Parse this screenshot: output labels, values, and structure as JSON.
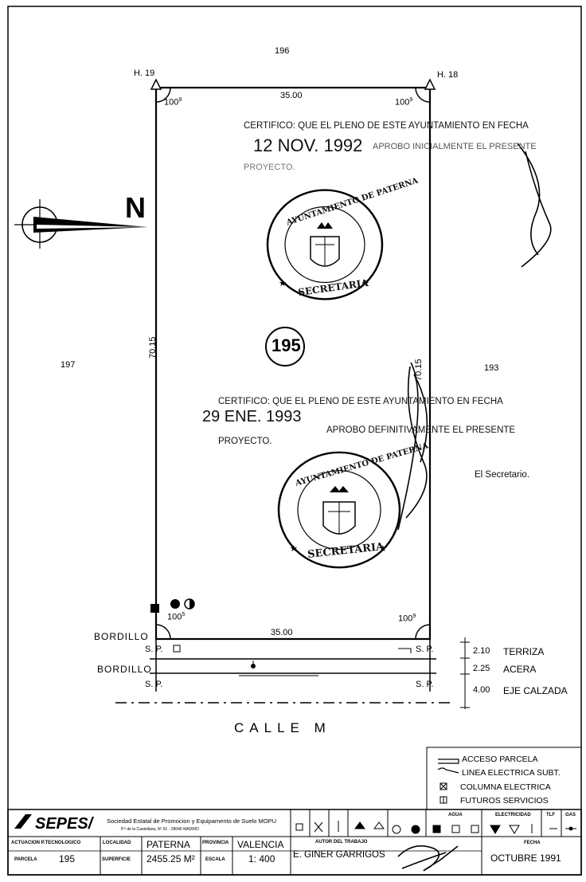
{
  "neighbors": {
    "top": "196",
    "left": "197",
    "right": "193"
  },
  "markers": {
    "left": "H. 19",
    "right": "H. 18"
  },
  "dimensions": {
    "top": "35.00",
    "bottom": "35.00",
    "left_side": "70.15",
    "right_side": "70.15"
  },
  "angles": {
    "top_left": "100",
    "top_right": "100",
    "bottom_left": "100",
    "bottom_right": "100",
    "top_left_sup": "9",
    "top_right_sup": "9",
    "bottom_left_sup": "5",
    "bottom_right_sup": "9"
  },
  "north": "N",
  "parcel_number": "195",
  "certificate_1": {
    "line1": "CERTIFICO: QUE EL PLENO DE ESTE AYUNTAMIENTO EN FECHA",
    "date": "12 NOV. 1992",
    "line2": "APROBO INICIALMENTE EL PRESENTE",
    "line3": "PROYECTO."
  },
  "certificate_2": {
    "line1": "CERTIFICO: QUE EL PLENO DE ESTE AYUNTAMIENTO EN FECHA",
    "date": "29 ENE. 1993",
    "line2": "APROBO DEFINITIVAMENTE EL PRESENTE",
    "line3": "PROYECTO.",
    "secretario": "El Secretario."
  },
  "seal": {
    "top": "AYUNTAMIENTO DE PATERNA",
    "bottom": "SECRETARIA"
  },
  "street": {
    "bordillo_1": "BORDILLO",
    "bordillo_2": "BORDILLO",
    "sp": "S. P.",
    "calle": "CALLE   M",
    "widths": [
      {
        "value": "2.10",
        "label": "TERRIZA"
      },
      {
        "value": "2.25",
        "label": "ACERA"
      },
      {
        "value": "4.00",
        "label": "EJE CALZADA"
      }
    ]
  },
  "legend": [
    "ACCESO PARCELA",
    "LINEA ELECTRICA SUBT.",
    "COLUMNA ELECTRICA",
    "FUTUROS SERVICIOS"
  ],
  "title_block": {
    "company_name": "Sociedad Estatal de Promocion y Equipamento de Suelo  MOPU",
    "company_address": "P.ª de la Castellana, Nº 91 - 28046 MADRID",
    "headers": {
      "actuacion": "ACTUACION",
      "p_tecnologico": "P.TECNOLOGICO",
      "localidad": "LOCALIDAD",
      "provincia": "PROVINCIA",
      "parcela": "PARCELA",
      "superficie": "SUPERFICIE",
      "escala": "ESCALA",
      "autor": "AUTOR DEL TRABAJO",
      "fecha": "FECHA",
      "agua": "AGUA",
      "electricidad": "ELECTRICIDAD",
      "tlf": "TLF",
      "gas": "GAS"
    },
    "localidad": "PATERNA",
    "provincia": "VALENCIA",
    "parcela": "195",
    "superficie": "2455.25 M²",
    "escala": "1: 400",
    "autor": "E. GINER GARRIGOS",
    "fecha": "OCTUBRE  1991"
  }
}
